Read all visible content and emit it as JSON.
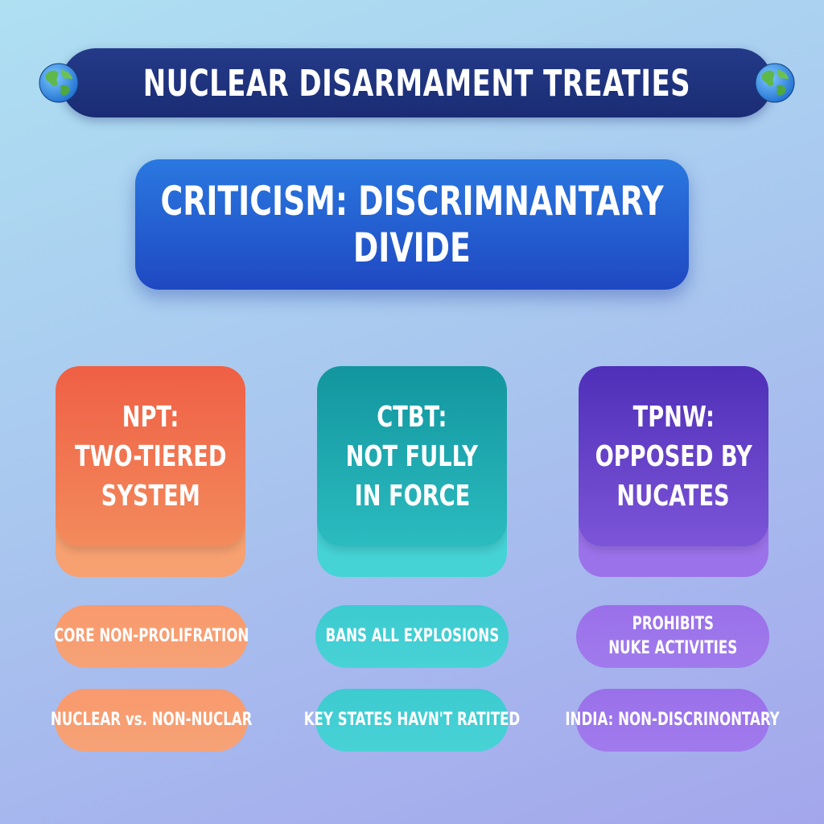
{
  "header": {
    "title": "NUCLEAR DISARMAMENT TREATIES",
    "icon": "globe-icon"
  },
  "criticism": {
    "line1": "CRITICISM: DISCRIMNANTARY",
    "line2": "DIVIDE"
  },
  "treaties": [
    {
      "title_line1": "NPT:",
      "title_line2": "TWO-TIERED",
      "title_line3": "SYSTEM",
      "point1": "CORE NON-PROLIFRATION",
      "point2": "NUCLEAR vs. NON-NUCLAR"
    },
    {
      "title_line1": "CTBT:",
      "title_line2": "NOT FULLY",
      "title_line3": "IN FORCE",
      "point1": "BANS ALL EXPLOSIONS",
      "point2": "KEY STATES HAVN'T RATITED"
    },
    {
      "title_line1": "TPNW:",
      "title_line2": "OPPOSED BY",
      "title_line3": "NUCATES",
      "point1_line1": "PROHIBITS",
      "point1_line2": "NUKE ACTIVITIES",
      "point2": "INDIA: NON-DISCRINONTARY"
    }
  ],
  "colors": {
    "banner": "#1f3280",
    "criticism": "#2a5fd4",
    "npt": "#f06a4a",
    "ctbt": "#18a3ab",
    "tpnw": "#5a36c0"
  }
}
